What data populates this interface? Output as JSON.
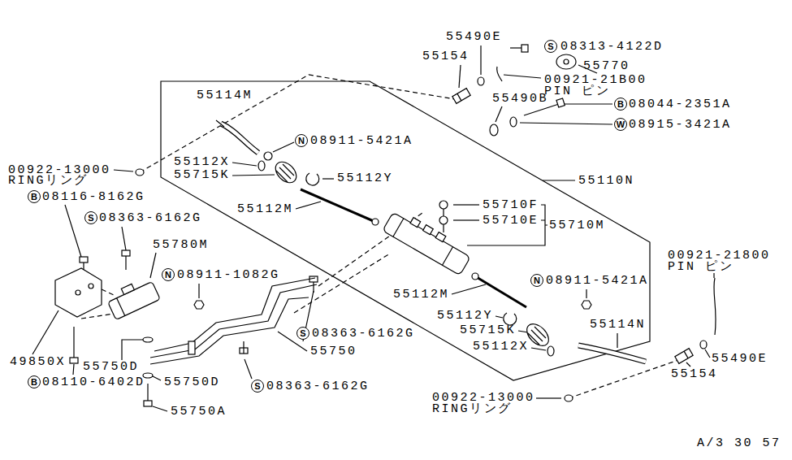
{
  "diagram": {
    "nodes": [
      {
        "text": [
          "S"
        ]
      },
      {
        "text": [
          "B"
        ]
      },
      {
        "text": [
          "W"
        ]
      },
      {
        "text": [
          "N"
        ]
      },
      {
        "text": [
          "B"
        ]
      },
      {
        "text": [
          "S"
        ]
      },
      {
        "text": [
          "N"
        ]
      },
      {
        "text": [
          "N"
        ]
      },
      {
        "text": [
          "S"
        ]
      },
      {
        "text": [
          "B"
        ]
      },
      {
        "text": [
          "S"
        ]
      }
    ],
    "labels": [
      "55490E",
      "08313-4122D",
      "55154",
      "55770",
      "00921-21B00",
      "PIN ピン",
      "55114M",
      "55490B",
      "08044-2351A",
      "08915-3421A",
      "08911-5421A",
      "00922-13000",
      "RINGリング",
      "55112X",
      "55715K",
      "55112Y",
      "55110N",
      "08116-8162G",
      "55112M",
      "08363-6162G",
      "55710F",
      "55710E",
      "55710M",
      "55780M",
      "08911-1082G",
      "00921-21800",
      "PIN ピン",
      "08911-5421A",
      "55112M",
      "55112Y",
      "55715K",
      "55114N",
      "08363-6162G",
      "55750",
      "55112X",
      "55490E",
      "49850X",
      "55750D",
      "55154",
      "08110-6402D",
      "55750D",
      "08363-6162G",
      "00922-13000",
      "RINGリング",
      "55750A",
      "A/3 30 57"
    ]
  }
}
